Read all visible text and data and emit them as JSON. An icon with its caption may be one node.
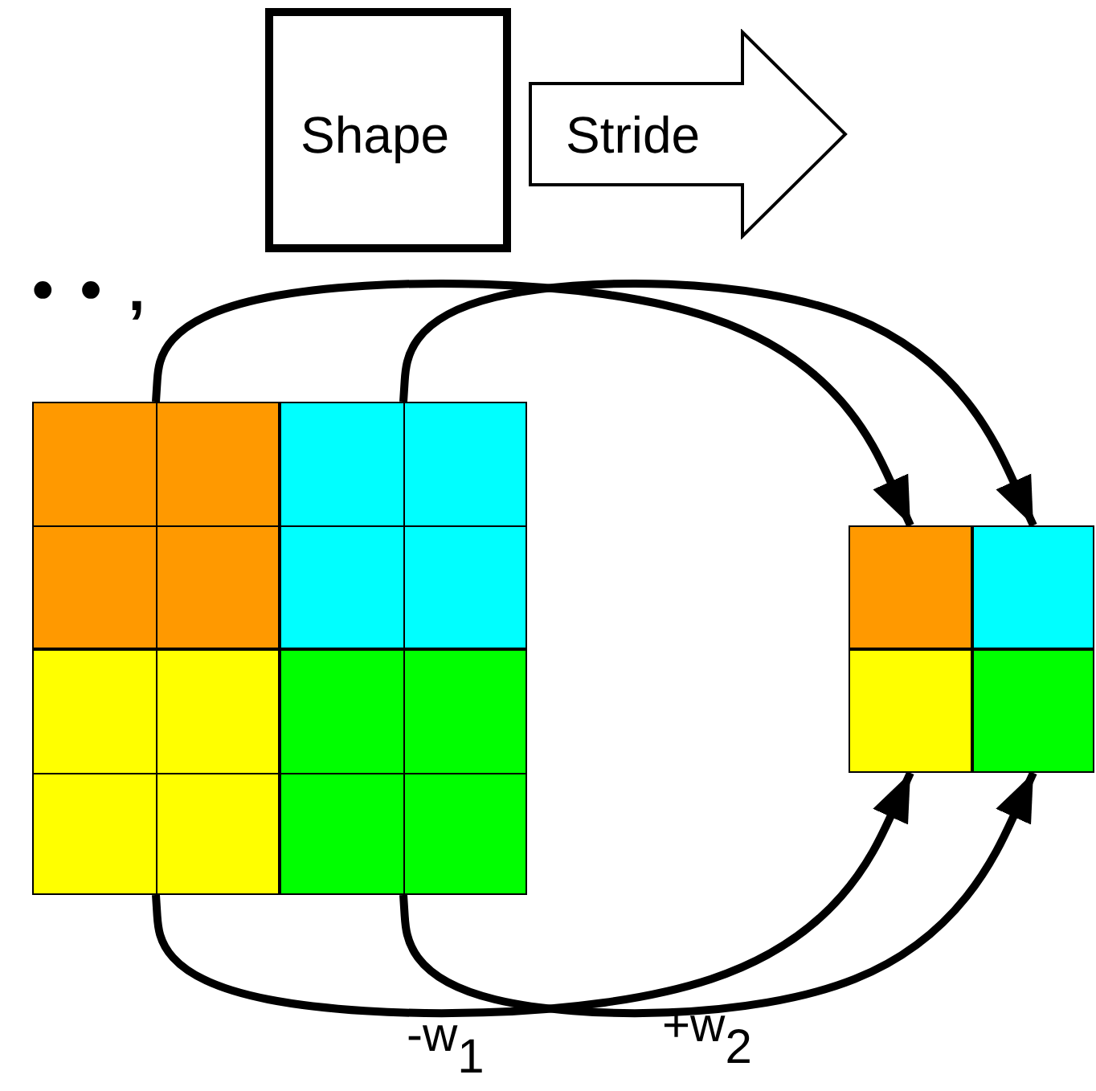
{
  "diagram": {
    "nodes": [
      {
        "text": [
          "Shape"
        ]
      },
      {
        "text": [
          "Stride"
        ]
      },
      {
        "text": [],
        "shape": "box"
      },
      {
        "text": [],
        "shape": "box"
      },
      {
        "text": [],
        "shape": "box"
      },
      {
        "text": [],
        "shape": "box"
      },
      {
        "text": [],
        "shape": "box"
      },
      {
        "text": [],
        "shape": "box"
      },
      {
        "text": [],
        "shape": "box"
      },
      {
        "text": [],
        "shape": "box"
      }
    ],
    "edges": [
      {
        "from": 2,
        "to": 6,
        "arrow": "to"
      },
      {
        "from": 3,
        "to": 7,
        "arrow": "to"
      },
      {
        "from": 4,
        "to": 8,
        "arrow": "to"
      },
      {
        "from": 5,
        "to": 9,
        "arrow": "to"
      }
    ],
    "labels": [
      "• • ,",
      "-w$_{1}$",
      "+w$_{2}$"
    ]
  }
}
